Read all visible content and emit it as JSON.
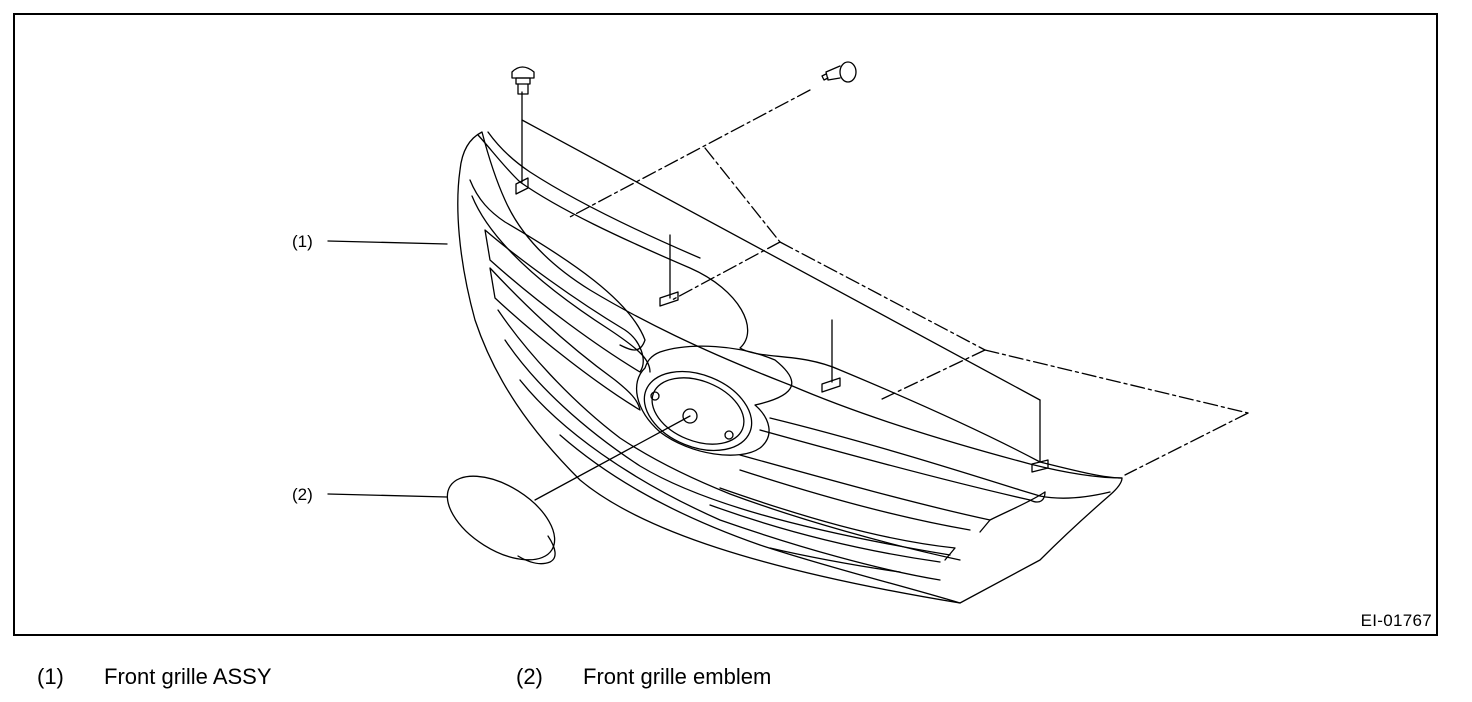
{
  "diagram": {
    "figure_id": "EI-01767",
    "callouts": [
      {
        "label": "(1)"
      },
      {
        "label": "(2)"
      }
    ]
  },
  "legend": [
    {
      "number": "(1)",
      "text": "Front grille ASSY"
    },
    {
      "number": "(2)",
      "text": "Front grille emblem"
    }
  ],
  "colors": {
    "line": "#000000",
    "background": "#ffffff"
  }
}
